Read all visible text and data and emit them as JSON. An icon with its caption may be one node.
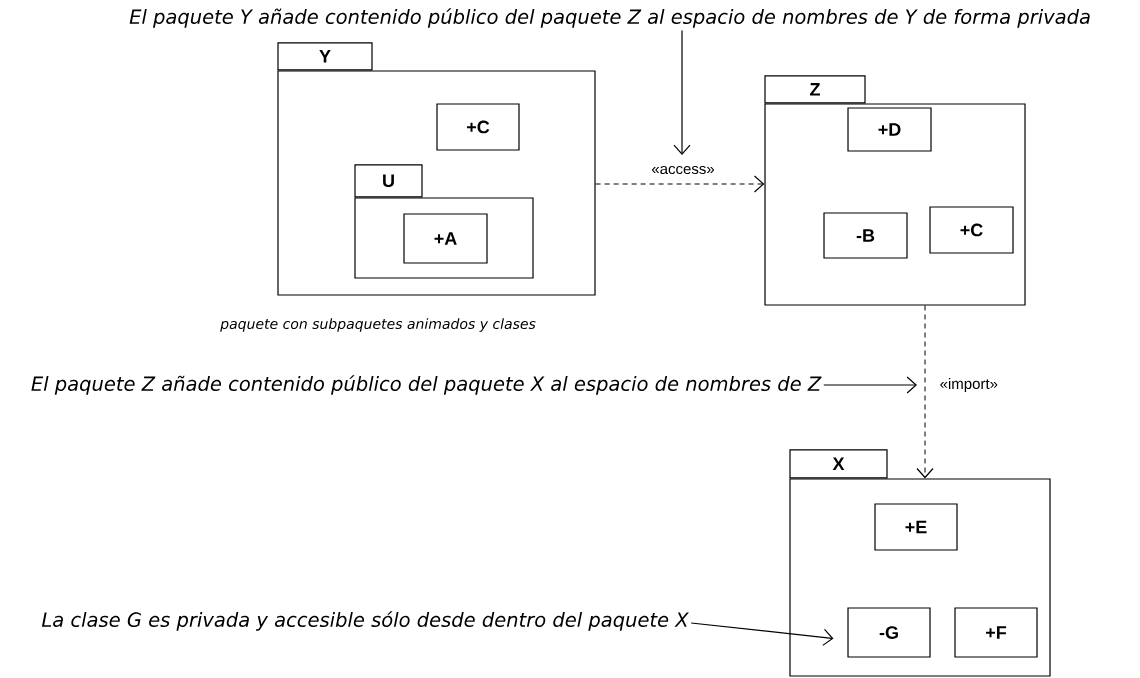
{
  "diagram": {
    "nodes": [
      {
        "text": [
          "Y"
        ],
        "beside": [
          "paquete con subpaquetes animados y clases"
        ]
      },
      {
        "text": [
          "+C"
        ],
        "in": 0
      },
      {
        "text": [
          "U"
        ],
        "in": 0
      },
      {
        "text": [
          "+A"
        ],
        "in": 2
      },
      {
        "text": [
          "Z"
        ]
      },
      {
        "text": [
          "+D"
        ],
        "in": 4
      },
      {
        "text": [
          "-B"
        ],
        "in": 4
      },
      {
        "text": [
          "+C"
        ],
        "in": 4
      },
      {
        "text": [
          "X"
        ]
      },
      {
        "text": [
          "+E"
        ],
        "in": 8
      },
      {
        "text": [
          "-G"
        ],
        "in": 8
      },
      {
        "text": [
          "+F"
        ],
        "in": 8
      },
      {
        "text": [
          "El paquete Y añade contenido público del paquete Z al espacio de nombres de Y de forma privada"
        ]
      },
      {
        "text": [
          "El paquete Z añade contenido público del paquete X al espacio de nombres de Z"
        ]
      },
      {
        "text": [
          "La clase G es privada y accesible sólo desde dentro del paquete X"
        ]
      }
    ],
    "edges": [
      {
        "from": 0,
        "to": 4,
        "arrow": "to",
        "style": "dashed",
        "label": "«access»"
      },
      {
        "from": 12,
        "to": null,
        "arrow": "to"
      },
      {
        "from": 4,
        "to": 8,
        "arrow": "to",
        "style": "dashed",
        "label": "«import»"
      },
      {
        "from": 13,
        "to": null,
        "arrow": "to"
      },
      {
        "from": 14,
        "to": 10,
        "arrow": "to"
      }
    ]
  }
}
